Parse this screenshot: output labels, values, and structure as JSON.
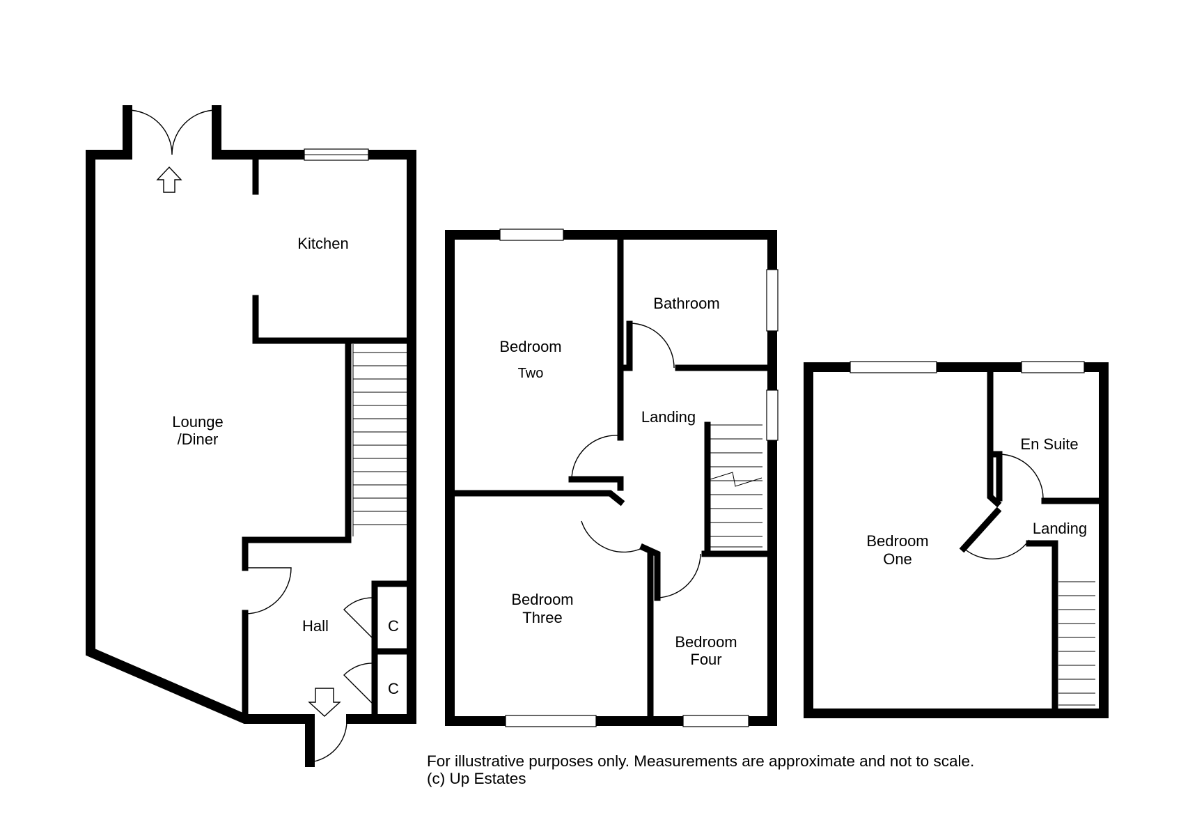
{
  "rooms": {
    "kitchen": "Kitchen",
    "lounge_line1": "Lounge",
    "lounge_line2": "/Diner",
    "hall": "Hall",
    "cupboard": "C",
    "bathroom": "Bathroom",
    "bedroom_two_line1": "Bedroom",
    "bedroom_two_line2": "Two",
    "landing": "Landing",
    "bedroom_three_line1": "Bedroom",
    "bedroom_three_line2": "Three",
    "bedroom_four_line1": "Bedroom",
    "bedroom_four_line2": "Four",
    "bedroom_one_line1": "Bedroom",
    "bedroom_one_line2": "One",
    "en_suite": "En Suite"
  },
  "disclaimer": {
    "line1": "For illustrative purposes only. Measurements are approximate and not to scale.",
    "line2": "(c) Up Estates"
  }
}
